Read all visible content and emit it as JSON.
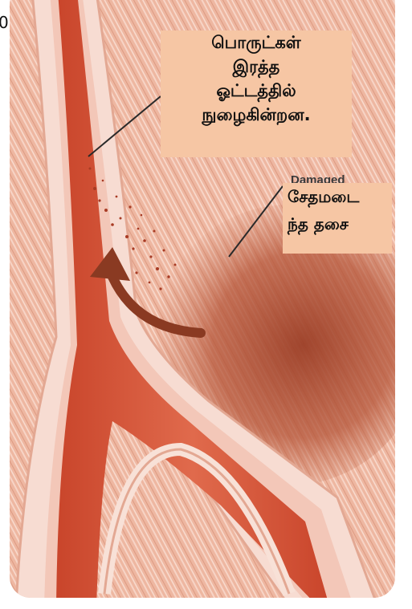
{
  "panel_label": "0",
  "callouts": {
    "substances": {
      "lines": [
        "பொருட்கள்",
        "இரத்த",
        "ஓட்டத்தில்",
        "நுழைகின்றன."
      ]
    },
    "damaged_muscle": {
      "english_label": "Damaged",
      "lines": [
        "சேதமடை",
        "ந்த தசை"
      ]
    }
  },
  "colors": {
    "muscle_light": "#f4c9b6",
    "muscle_mid": "#e7a48c",
    "vessel_wall": "#f8e3dc",
    "vessel_blood": "#d9573c",
    "damage": "#a8482e",
    "callout_bg": "#f6c6a4"
  }
}
